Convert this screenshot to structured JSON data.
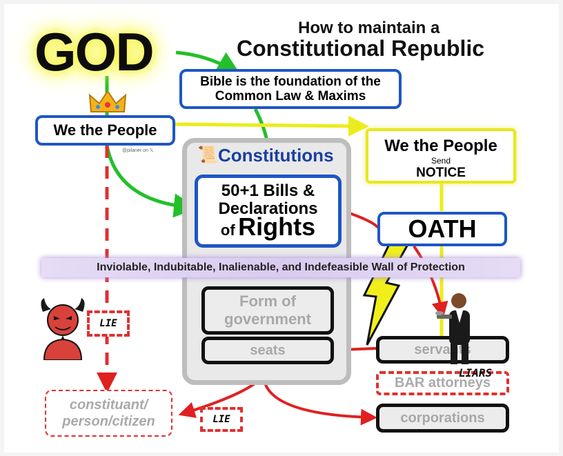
{
  "title": {
    "god": "GOD",
    "line1": "How to maintain a",
    "line2": "Constitutional Republic"
  },
  "boxes": {
    "bible": "Bible is the foundation of the Common Law & Maxims",
    "we_the_people": "We the People",
    "handle": "@pilaner on 𝕏",
    "notice_line1": "We the People",
    "notice_line2": "Send",
    "notice_line3": "NOTICE",
    "constitutions": "Constitutions",
    "bills_line1": "50+1 Bills &",
    "bills_line2": "Declarations",
    "bills_of": "of",
    "bills_rights": "Rights",
    "oath": "OATH",
    "wall": "Inviolable, Indubitable, Inalienable, and Indefeasible Wall of Protection",
    "form_of_government": "Form of government",
    "seats": "seats",
    "servants": "servants",
    "liars": "LIARS",
    "bar_attorneys": "BAR attorneys",
    "corporations": "corporations",
    "constituant": "constituant/ person/citizen",
    "lie_1": "LIE",
    "lie_2": "LIE"
  },
  "icons": {
    "crown": "crown-icon",
    "scroll": "scroll-icon",
    "devil": "devil-icon",
    "butler": "butler-icon",
    "lightning": "lightning-icon"
  },
  "colors": {
    "blue": "#1e56c4",
    "green": "#22c02a",
    "yellow": "#ecec1c",
    "red": "#e03030"
  }
}
